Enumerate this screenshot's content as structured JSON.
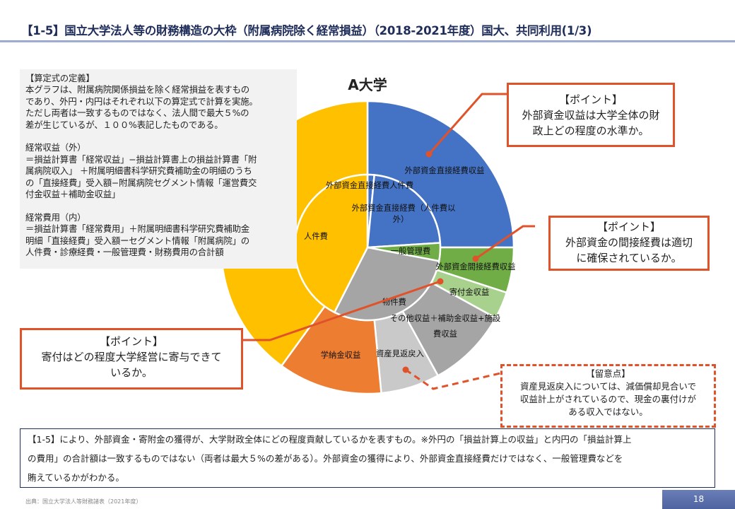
{
  "header": {
    "title": "【1-5】国立大学法人等の財務構造の大枠（附属病院除く経常損益）（2018-2021年度）国大、共同利用(1/3)"
  },
  "definition": {
    "heading": "【算定式の定義】",
    "intro": [
      "本グラフは、附属病院関係損益を除く経常損益を表すもの",
      "であり、外円・内円はそれぞれ以下の算定式で計算を実施。",
      "ただし両者は一致するものではなく、法人間で最大５%の",
      "差が生じているが、１００%表記したものである。"
    ],
    "revenue_heading": "経常収益（外）",
    "revenue_lines": [
      "＝損益計算書「経常収益」−損益計算書上の損益計算書「附",
      "属病院収入」 ＋附属明細書科学研究費補助金の明細のうち",
      "の「直接経費」受入額−附属病院セグメント情報「運営費交",
      "付金収益＋補助金収益」"
    ],
    "expense_heading": "経常費用（内）",
    "expense_lines": [
      "＝損益計算書「経常費用」＋附属明細書科学研究費補助金",
      "明細「直接経費」受入額ーセグメント情報「附属病院」の",
      "人件費・診療経費・一般管理費・財務費用の合計額"
    ]
  },
  "chart_data": {
    "type": "pie",
    "subtype": "donut-two-ring",
    "title": "A大学",
    "outer_ring": {
      "name": "経常収益（外）",
      "slices": [
        {
          "label": "外部資金直接経費収益",
          "value": 25,
          "color": "#4472c4"
        },
        {
          "label": "外部資金間接経費収益",
          "value": 5,
          "color": "#70ad47"
        },
        {
          "label": "寄付金収益",
          "value": 3,
          "color": "#a9d18e"
        },
        {
          "label": "その他収益＋補助金収益+施設費収益",
          "label_lines": [
            "その他収益＋補助金収益+施設",
            "費収益"
          ],
          "value": 9,
          "color": "#a5a5a5"
        },
        {
          "label": "資産見返戻入",
          "value": 6.5,
          "color": "#c9c9c9"
        },
        {
          "label": "学納金収益",
          "value": 11.5,
          "color": "#ed7d31"
        },
        {
          "value": 40,
          "color": "#ffc000"
        }
      ]
    },
    "inner_ring": {
      "name": "経常費用（内）",
      "slices": [
        {
          "label": "外部資金直接経費人件費",
          "value": 1.5,
          "color": "#4472c4"
        },
        {
          "label": "外部資金直接経費（人件費以外）",
          "label_lines": [
            "外部資金直接経費（人件費以",
            "外）"
          ],
          "value": 22.5,
          "color": "#4472c4"
        },
        {
          "label": "一般管理費",
          "value": 4,
          "color": "#70ad47"
        },
        {
          "label": "物件費",
          "value": 29.5,
          "color": "#a5a5a5"
        },
        {
          "label": "人件費",
          "value": 42.5,
          "color": "#ffc000"
        }
      ]
    },
    "unit": "%"
  },
  "points": [
    {
      "heading": "【ポイント】",
      "lines": [
        "外部資金収益は大学全体の財",
        "政上どの程度の水準か。"
      ]
    },
    {
      "heading": "【ポイント】",
      "lines": [
        "外部資金の間接経費は適切",
        "に確保されているか。"
      ]
    },
    {
      "heading": "【ポイント】",
      "lines": [
        "寄付はどの程度大学経営に寄与できて",
        "いるか。"
      ]
    }
  ],
  "note": {
    "heading": "【留意点】",
    "lines": [
      "資産見返戻入については、減価償却見合いで",
      "収益計上がされているので、現金の裏付けが",
      "ある収入ではない。"
    ]
  },
  "summary": {
    "lines": [
      "【1-5】により、外部資金・寄附金の獲得が、大学財政全体にどの程度貢献しているかを表すもの。※外円の「損益計算上の収益」と内円の「損益計算上",
      "の費用」の合計額は一致するものではない（両者は最大５%の差がある）。外部資金の獲得により、外部資金直接経費だけではなく、一般管理費などを",
      "賄えているかがわかる。"
    ]
  },
  "footer": {
    "source": "出典：国立大学法人等財務諸表（2021年度）",
    "page": "18"
  },
  "colors": {
    "accent": "#e0532a",
    "navy": "#1f2d5a"
  }
}
